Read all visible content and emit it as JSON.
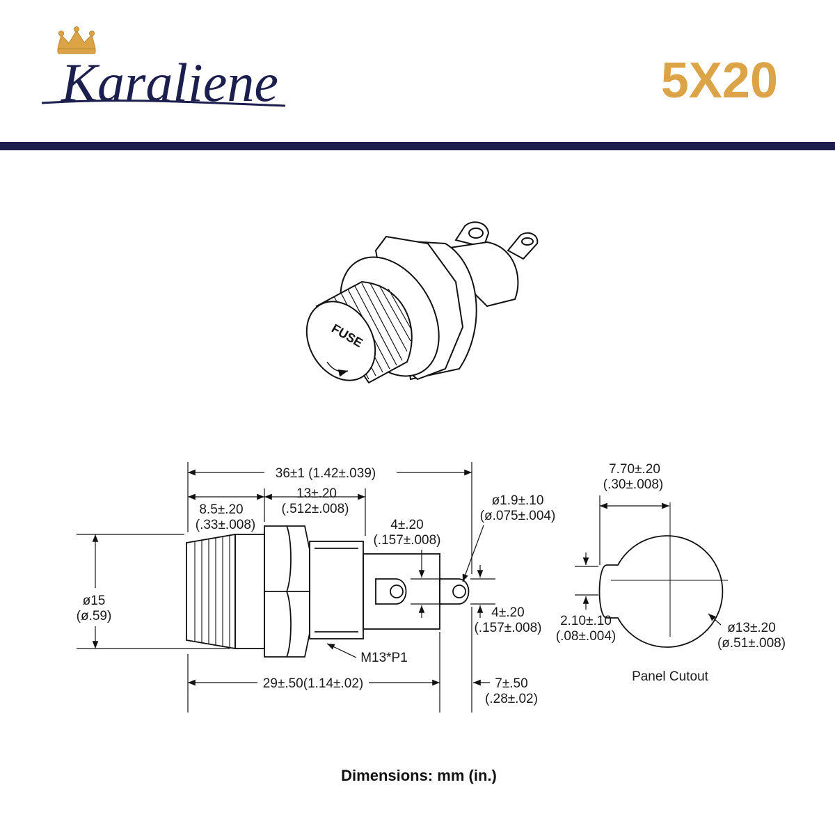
{
  "header": {
    "brand_name": "Karaliene",
    "model": "5X20",
    "brand_color": "#1c1e4d",
    "accent_color": "#dca347"
  },
  "isometric": {
    "cap_label": "FUSE"
  },
  "dimensions": {
    "overall_length": "36±1 (1.42±.039)",
    "cap_length_mm": "8.5±.20",
    "cap_length_in": "(.33±.008)",
    "thread_length_mm": "13±.20",
    "thread_length_in": "(.512±.008)",
    "hole_dia_mm": "ø1.9±.10",
    "hole_dia_in": "(ø.075±.004)",
    "terminal_offset_top_mm": "4±.20",
    "terminal_offset_top_in": "(.157±.008)",
    "terminal_offset_bot_mm": "4±.20",
    "terminal_offset_bot_in": "(.157±.008)",
    "cap_dia_mm": "ø15",
    "cap_dia_in": "(ø.59)",
    "thread_spec": "M13*P1",
    "body_length": "29±.50(1.14±.02)",
    "terminal_length_mm": "7±.50",
    "terminal_length_in": "(.28±.02)"
  },
  "panel_cutout": {
    "title": "Panel Cutout",
    "flat_width_mm": "7.70±.20",
    "flat_width_in": "(.30±.008)",
    "key_width_mm": "2.10±.10",
    "key_width_in": "(.08±.004)",
    "hole_dia_mm": "ø13±.20",
    "hole_dia_in": "(ø.51±.008)"
  },
  "footer": {
    "units_note": "Dimensions: mm (in.)"
  }
}
